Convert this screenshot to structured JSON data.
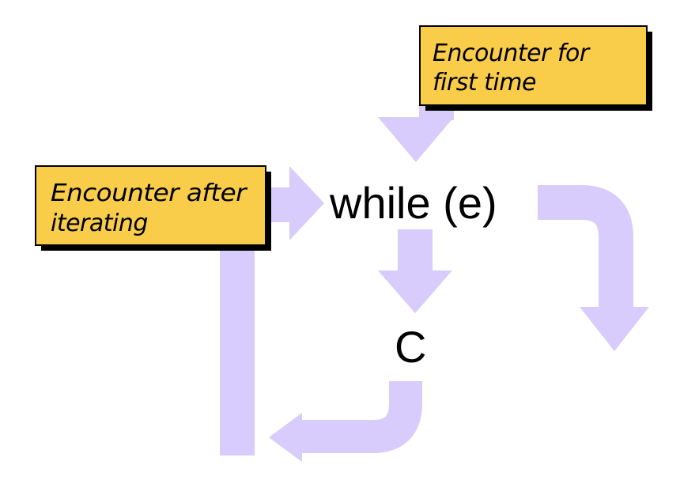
{
  "diagram": {
    "statement": "while (e)",
    "body": "C",
    "callouts": {
      "first_time": {
        "line1": "Encounter for",
        "line2": "first time"
      },
      "after_iterating": {
        "line1": "Encounter after",
        "line2": "iterating"
      }
    }
  },
  "colors": {
    "arrow": "#d7ccfb",
    "callout_fill": "#f9cd4a",
    "callout_border": "#000000",
    "text": "#000000",
    "background": "#ffffff"
  }
}
